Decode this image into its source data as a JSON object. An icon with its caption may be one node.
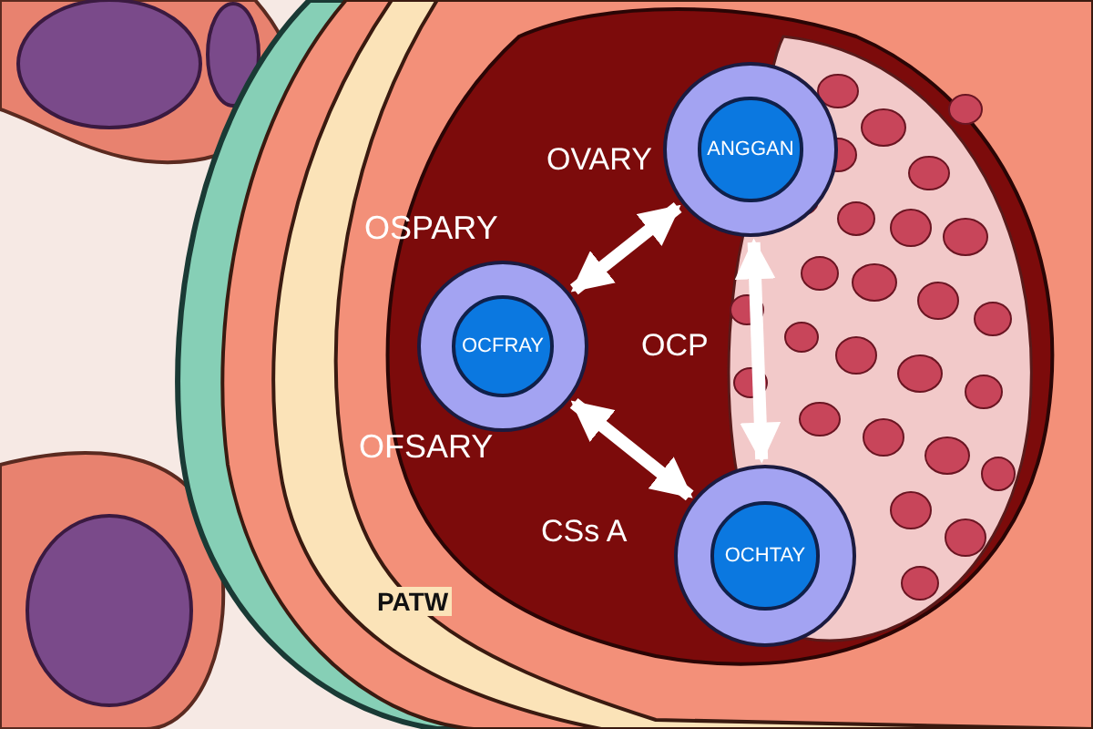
{
  "diagram": {
    "nodes": [
      {
        "text": [
          "ANGGAN"
        ]
      },
      {
        "text": [
          "OCFRAY"
        ]
      },
      {
        "text": [
          "OCHTAY"
        ]
      }
    ],
    "edges": [
      {
        "from": 1,
        "to": 0,
        "arrow": "both"
      },
      {
        "from": 1,
        "to": 2,
        "arrow": "both"
      },
      {
        "from": 0,
        "to": 2,
        "arrow": "both"
      }
    ],
    "labels": [
      "OVARY",
      "OSPARY",
      "OCP",
      "OFSARY",
      "CSs A",
      "PATW"
    ]
  }
}
